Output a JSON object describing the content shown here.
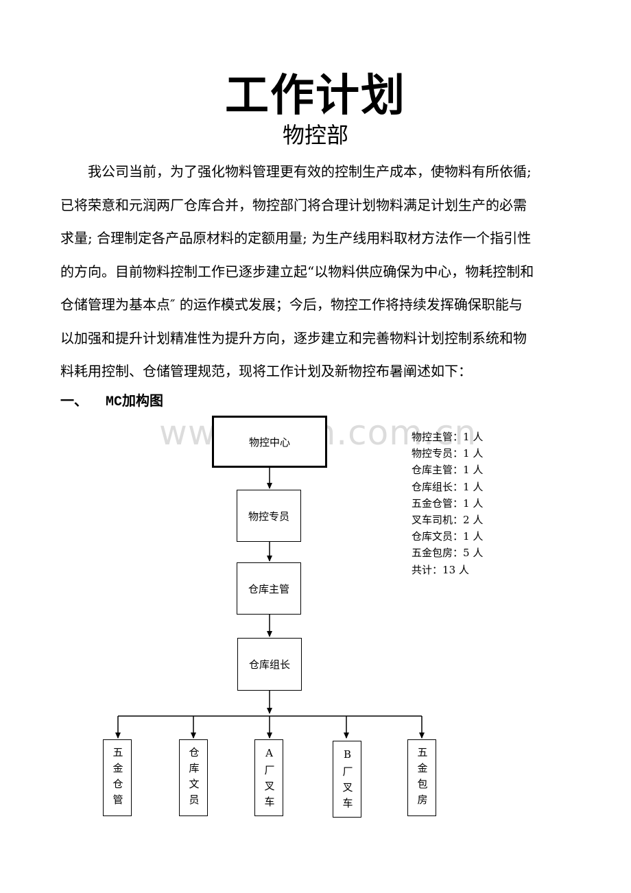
{
  "doc": {
    "title": "工作计划",
    "subtitle": "物控部",
    "paragraph_lines": [
      "　　我公司当前，为了强化物料管理更有效的控制生产成本，使物料有所依循;",
      "已将荣意和元润两厂仓库合并，物控部门将合理计划物料满足计划生产的必需",
      "求量; 合理制定各产品原材料的定额用量; 为生产线用料取材方法作一个指引性",
      "的方向。目前物料控制工作已逐步建立起“以物料供应确保为中心，物耗控制和",
      "仓储管理为基本点″ 的运作模式发展；今后，物控工作将持续发挥确保职能与",
      "以加强和提升计划精准性为提升方向，逐步建立和完善物料计划控制系统和物",
      "料耗用控制、仓储管理规范，现将工作计划及新物控布暑阐述如下："
    ],
    "section": {
      "number": "一、",
      "mc": "MC",
      "label": "加构图"
    }
  },
  "watermark": "www.zixin.com.cn",
  "org_chart": {
    "nodes": [
      {
        "id": "center",
        "label": "物控中心"
      },
      {
        "id": "specialist",
        "label": "物控专员"
      },
      {
        "id": "warehouse_manager",
        "label": "仓库主管"
      },
      {
        "id": "warehouse_leader",
        "label": "仓库组长"
      }
    ],
    "leaves": [
      {
        "id": "hardware_keeper",
        "label": "五金仓管"
      },
      {
        "id": "warehouse_clerk",
        "label": "仓库文员"
      },
      {
        "id": "a_forklift",
        "label": "A厂叉车"
      },
      {
        "id": "b_forklift",
        "label": "B厂叉车"
      },
      {
        "id": "hardware_packing",
        "label": "五金包房"
      }
    ]
  },
  "staff_list": [
    {
      "role": "物控主管",
      "count": "1",
      "unit": "人"
    },
    {
      "role": "物控专员",
      "count": "1",
      "unit": "人"
    },
    {
      "role": "仓库主管",
      "count": "1",
      "unit": "人"
    },
    {
      "role": "仓库组长",
      "count": "1",
      "unit": "人"
    },
    {
      "role": "五金仓管",
      "count": "1",
      "unit": "人"
    },
    {
      "role": "叉车司机",
      "count": "2",
      "unit": "人"
    },
    {
      "role": "仓库文员",
      "count": "1",
      "unit": "人"
    },
    {
      "role": "五金包房",
      "count": "5",
      "unit": "人"
    },
    {
      "role": "共计",
      "count": "13",
      "unit": "人"
    }
  ]
}
